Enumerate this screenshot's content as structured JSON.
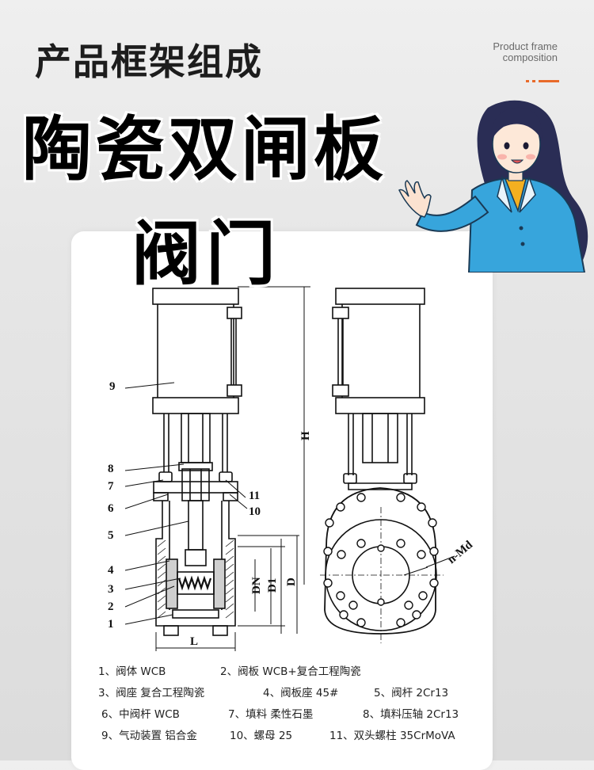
{
  "header": {
    "subtitle": "产品框架组成",
    "en_line1": "Product frame",
    "en_line2": "composition",
    "title_line1": "陶瓷双闸板",
    "title_line2": "阀门",
    "accent_color": "#e86a2a"
  },
  "drawing": {
    "part_numbers": [
      "9",
      "8",
      "7",
      "6",
      "5",
      "4",
      "3",
      "2",
      "1",
      "11",
      "10"
    ],
    "dim_H": "H",
    "dim_DN": "DN",
    "dim_D1": "D1",
    "dim_D": "D",
    "dim_L": "L",
    "dim_nMd": "n-Md"
  },
  "legend": {
    "rows": [
      [
        "1、阀体 WCB",
        "2、阀板 WCB+复合工程陶瓷"
      ],
      [
        "3、阀座 复合工程陶瓷",
        "4、阀板座 45#",
        "5、阀杆 2Cr13"
      ],
      [
        "6、中阀杆 WCB",
        "7、填料 柔性石墨",
        "8、填料压轴 2Cr13"
      ],
      [
        "9、气动装置 铝合金",
        "10、螺母 25",
        "11、双头螺柱 35CrMoVA"
      ]
    ]
  }
}
